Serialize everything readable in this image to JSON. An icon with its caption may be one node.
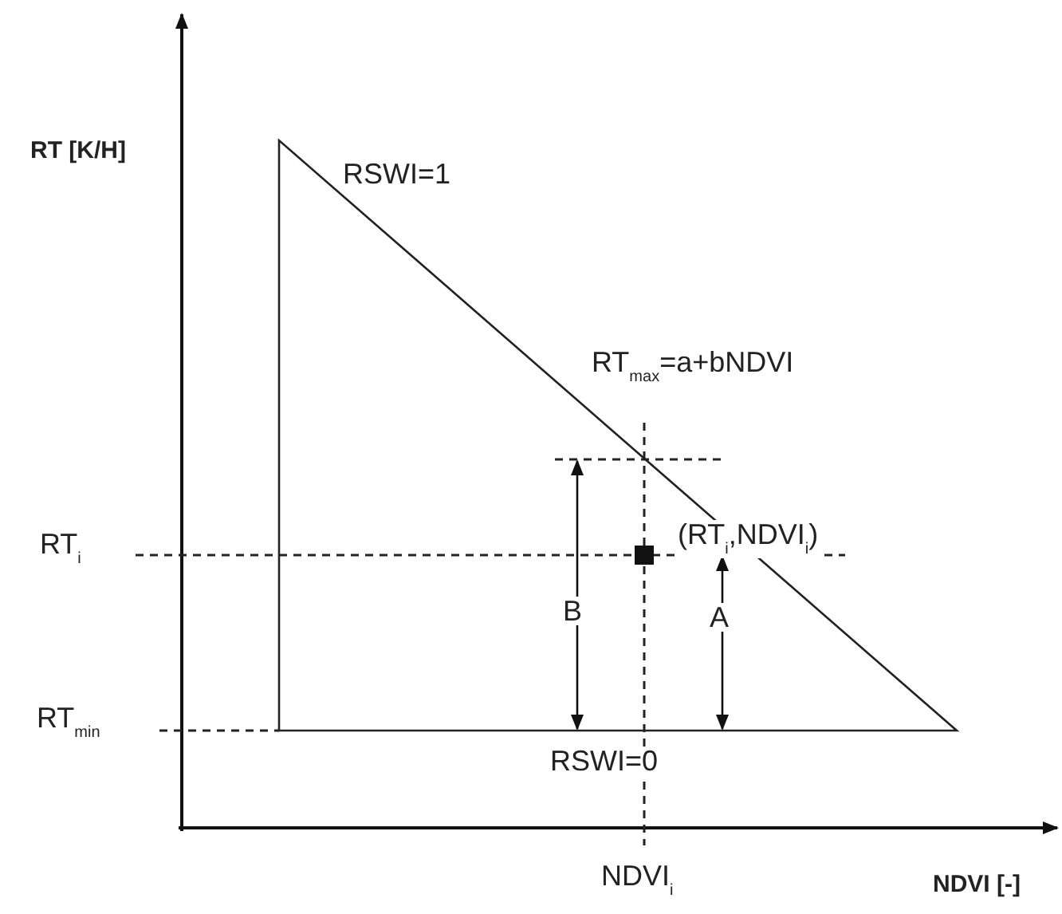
{
  "diagram": {
    "labels": [
      "RT [K/H]",
      "RSWI=1",
      "RT$_{max}$=a+bNDVI",
      "(RT$_{i}$,NDVI$_{i}$)",
      "RT$_{i}$",
      "B",
      "A",
      "RT$_{min}$",
      "RSWI=0",
      "NDVI$_{i}$",
      "NDVI [-]"
    ]
  }
}
